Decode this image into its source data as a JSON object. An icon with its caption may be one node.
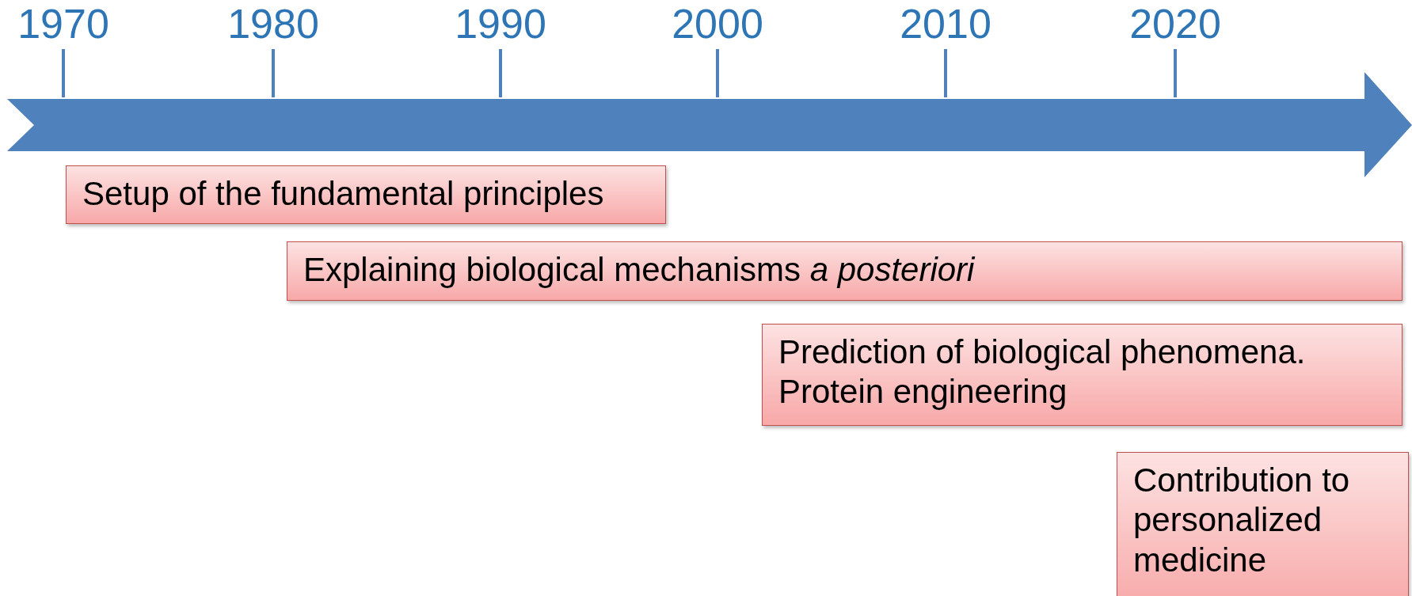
{
  "diagram": {
    "nodes": [
      {
        "text": [
          "Setup of the fundamental principles"
        ]
      },
      {
        "text": [
          "Explaining biological mechanisms *a posteriori*"
        ]
      },
      {
        "text": [
          "Prediction of biological phenomena. Protein engineering"
        ]
      },
      {
        "text": [
          "Contribution to personalized medicine"
        ]
      }
    ],
    "edges": [],
    "labels": [
      "1970",
      "1980",
      "1990",
      "2000",
      "2010",
      "2020"
    ]
  }
}
